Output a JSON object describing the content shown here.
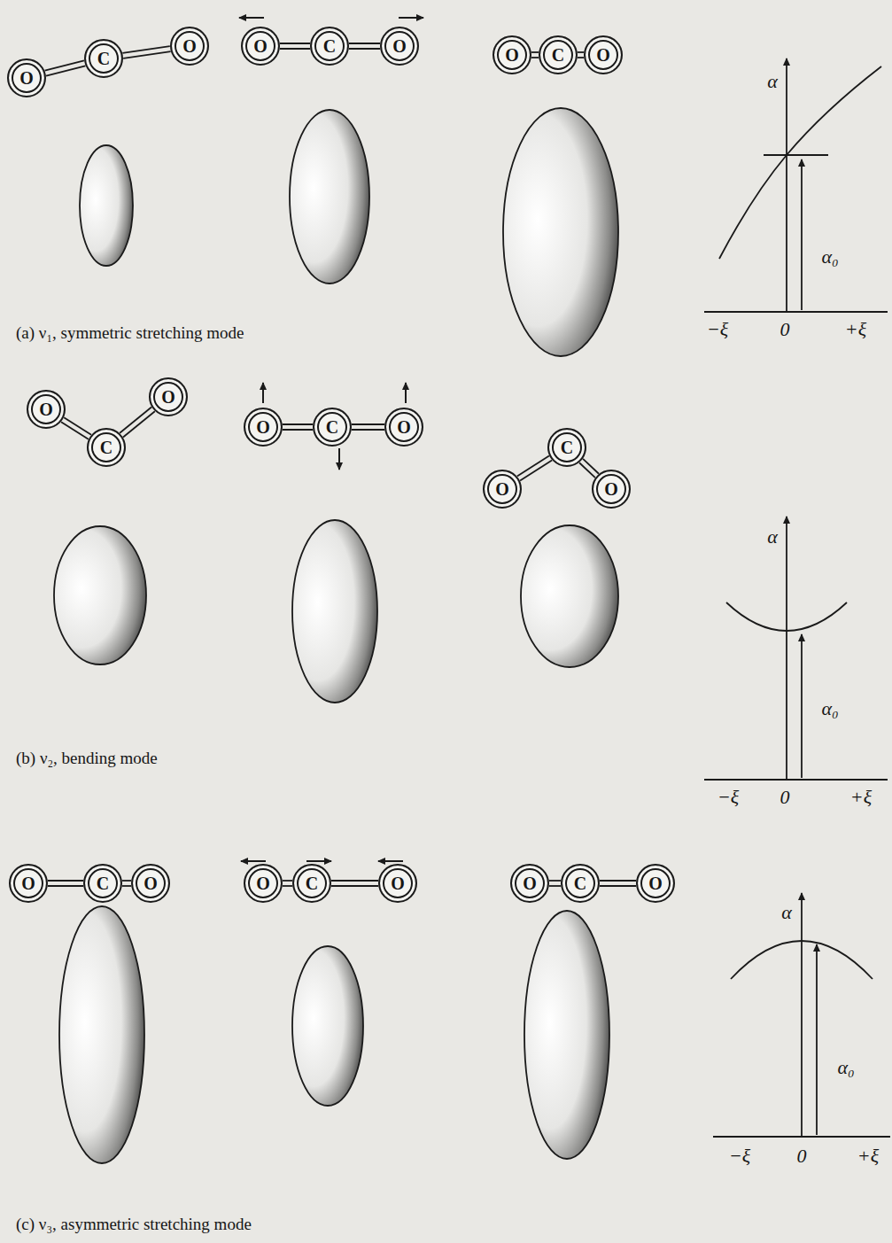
{
  "diagram": {
    "nodes": [
      {
        "text": [
          "O"
        ]
      },
      {
        "text": [
          "C"
        ]
      },
      {
        "text": [
          "O"
        ]
      },
      {
        "text": [
          "O"
        ]
      },
      {
        "text": [
          "C"
        ]
      },
      {
        "text": [
          "O"
        ]
      },
      {
        "text": [
          "O"
        ]
      },
      {
        "text": [
          "C"
        ]
      },
      {
        "text": [
          "O"
        ]
      },
      {
        "text": [
          "O"
        ]
      },
      {
        "text": [
          "C"
        ]
      },
      {
        "text": [
          "O"
        ]
      },
      {
        "text": [
          "O"
        ]
      },
      {
        "text": [
          "C"
        ]
      },
      {
        "text": [
          "O"
        ]
      },
      {
        "text": [
          "O"
        ]
      },
      {
        "text": [
          "C"
        ]
      },
      {
        "text": [
          "O"
        ]
      },
      {
        "text": [
          "O"
        ]
      },
      {
        "text": [
          "C"
        ]
      },
      {
        "text": [
          "O"
        ]
      },
      {
        "text": [
          "O"
        ]
      },
      {
        "text": [
          "C"
        ]
      },
      {
        "text": [
          "O"
        ]
      },
      {
        "text": [
          "O"
        ]
      },
      {
        "text": [
          "C"
        ]
      },
      {
        "text": [
          "O"
        ]
      }
    ],
    "edges": [
      {
        "from": 0,
        "to": 1,
        "arrow": "none"
      },
      {
        "from": 1,
        "to": 2,
        "arrow": "none"
      },
      {
        "from": 3,
        "to": 4,
        "arrow": "none"
      },
      {
        "from": 4,
        "to": 5,
        "arrow": "none"
      },
      {
        "from": 6,
        "to": 7,
        "arrow": "none"
      },
      {
        "from": 7,
        "to": 8,
        "arrow": "none"
      },
      {
        "from": 9,
        "to": 10,
        "arrow": "none"
      },
      {
        "from": 10,
        "to": 11,
        "arrow": "none"
      },
      {
        "from": 12,
        "to": 13,
        "arrow": "none"
      },
      {
        "from": 13,
        "to": 14,
        "arrow": "none"
      },
      {
        "from": 15,
        "to": 16,
        "arrow": "none"
      },
      {
        "from": 16,
        "to": 17,
        "arrow": "none"
      },
      {
        "from": 18,
        "to": 19,
        "arrow": "none"
      },
      {
        "from": 19,
        "to": 20,
        "arrow": "none"
      },
      {
        "from": 21,
        "to": 22,
        "arrow": "none"
      },
      {
        "from": 22,
        "to": 23,
        "arrow": "none"
      },
      {
        "from": 24,
        "to": 25,
        "arrow": "none"
      },
      {
        "from": 25,
        "to": 26,
        "arrow": "none"
      }
    ],
    "labels": [
      "α",
      "α₀",
      "−ξ",
      "0",
      "+ξ",
      "(a) ν₁, symmetric stretching mode",
      "α",
      "α₀",
      "−ξ",
      "0",
      "+ξ",
      "(b) ν₂, bending mode",
      "α",
      "α₀",
      "−ξ",
      "0",
      "+ξ",
      "(c) ν₃, asymmetric stretching mode"
    ]
  }
}
